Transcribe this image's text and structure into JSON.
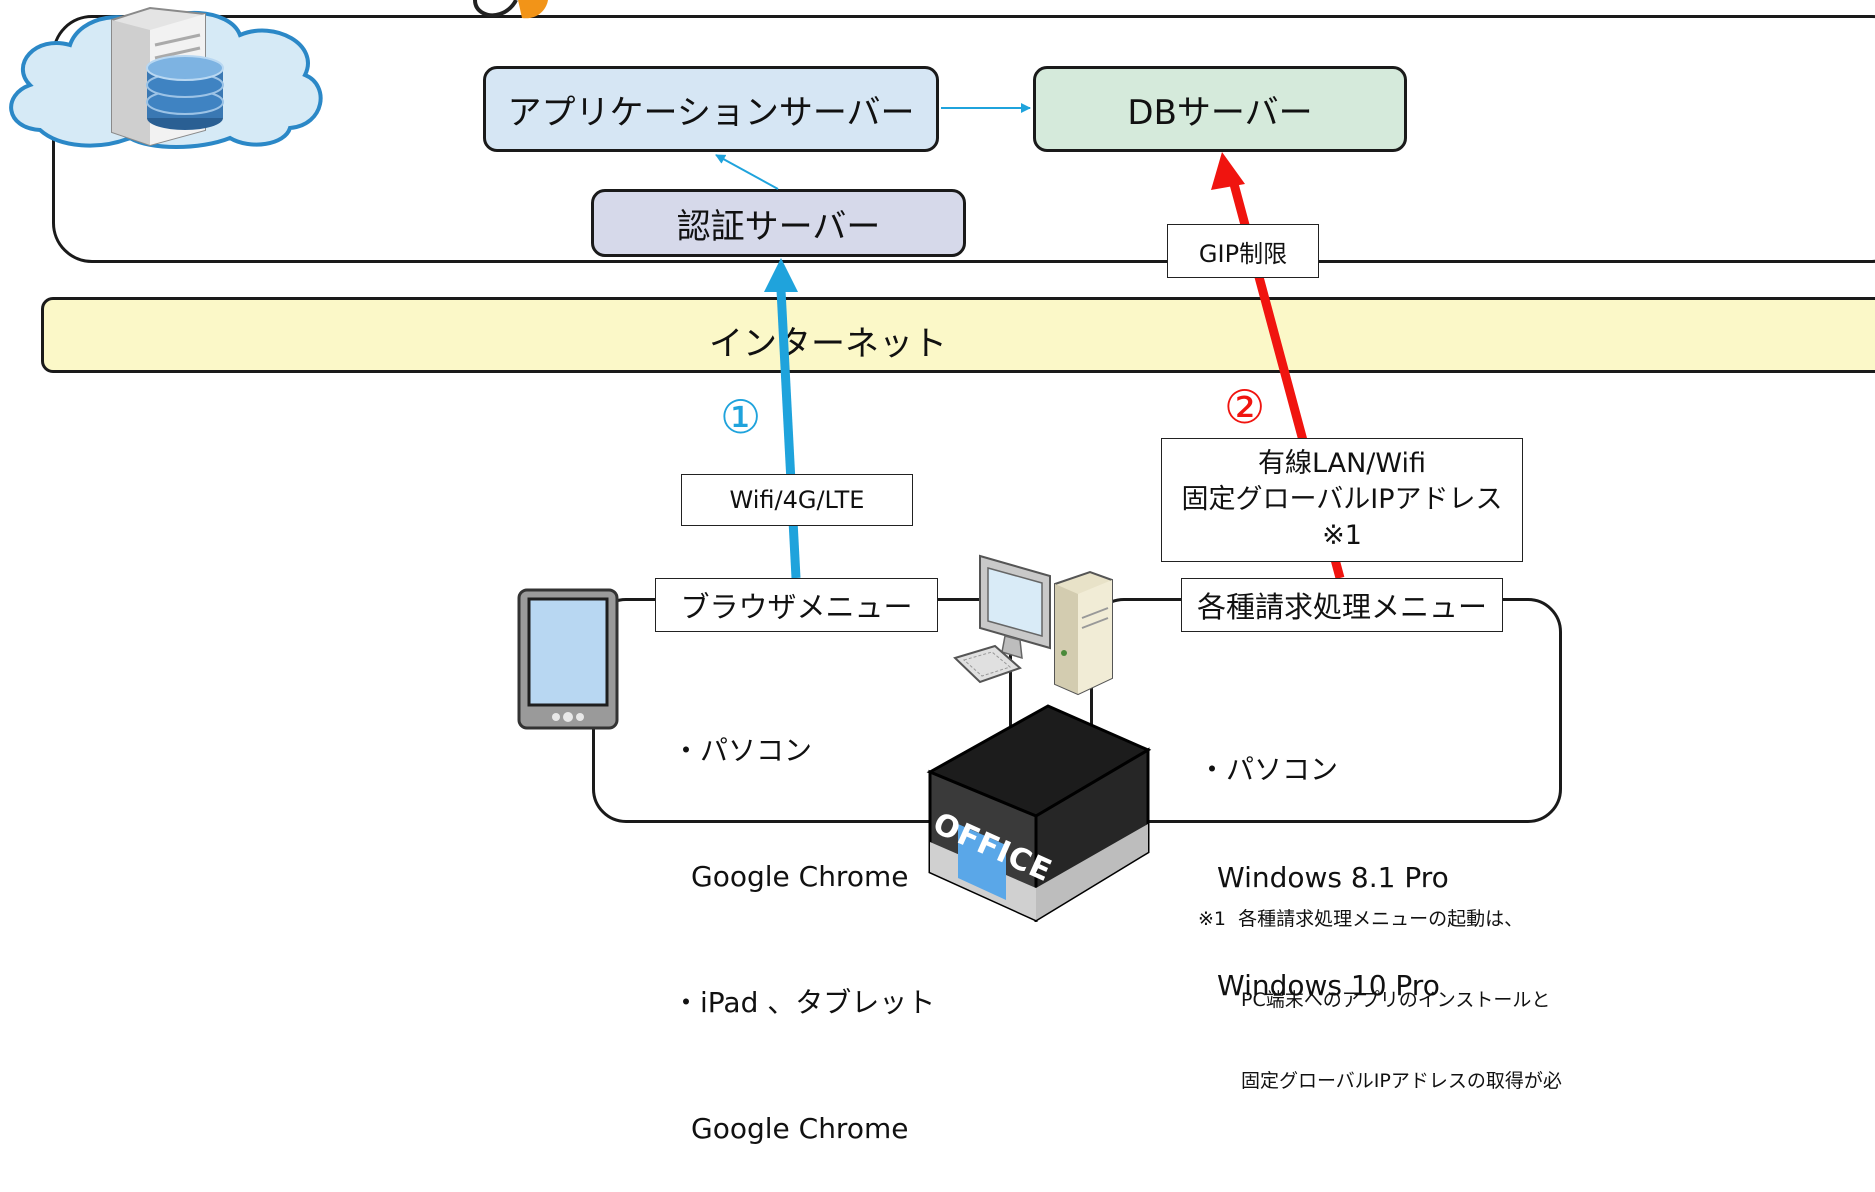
{
  "servers": {
    "app": "アプリケーションサーバー",
    "db": "DBサーバー",
    "auth": "認証サーバー"
  },
  "internet": "インターネット",
  "labels": {
    "gip": "GIP制限",
    "wifi": "Wifi/4G/LTE",
    "wired_line1": "有線LAN/Wifi",
    "wired_line2": "固定グローバルIPアドレス",
    "wired_line3": "※1"
  },
  "markers": {
    "one": "①",
    "two": "②"
  },
  "menus": {
    "browser": "ブラウザメニュー",
    "billing": "各種請求処理メニュー"
  },
  "browser_env": {
    "pc_head": "・パソコン",
    "pc_browser": "Google Chrome",
    "tablet_head": "・iPad 、タブレット",
    "tablet_browser": "Google Chrome"
  },
  "billing_env": {
    "pc_head": "・パソコン",
    "os1": "Windows 8.1 Pro",
    "os2": "Windows 10 Pro"
  },
  "office_sign": "OFFICE",
  "footnote": {
    "line1": "※1  各種請求処理メニューの起動は、",
    "line2": "PC端末へのアプリのインストールと",
    "line3": "固定グローバルIPアドレスの取得が必"
  },
  "colors": {
    "app_fill": "#d6e6f4",
    "db_fill": "#d5eadb",
    "auth_fill": "#d6d9ea",
    "internet_fill": "#fbf8c8",
    "route1": "#1fa3dc",
    "route2": "#f0140f"
  }
}
